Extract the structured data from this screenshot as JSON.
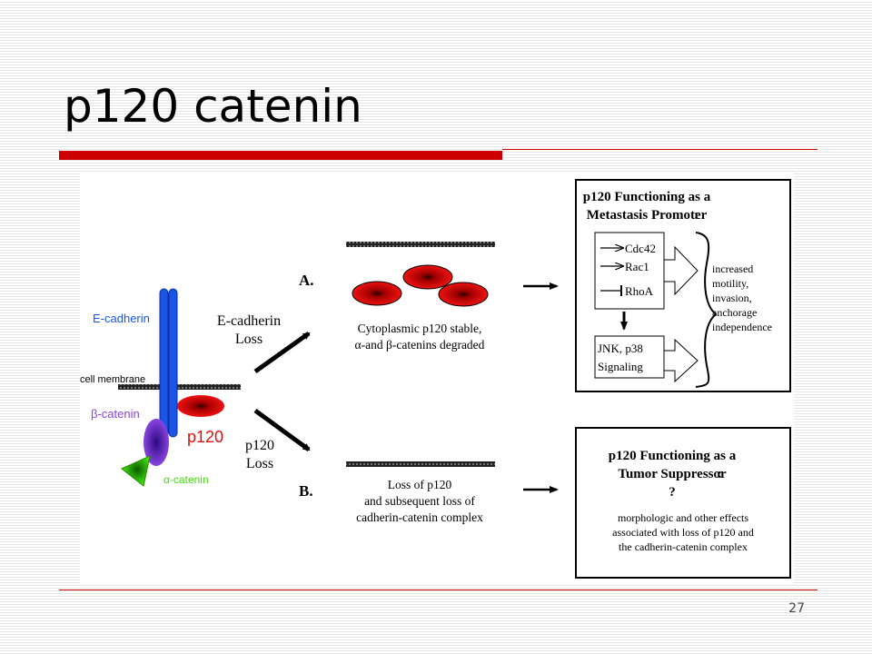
{
  "slide": {
    "title": "p120 catenin",
    "page_number": "27"
  },
  "diagram": {
    "left": {
      "e_cadherin": "E-cadherin",
      "cell_membrane": "cell membrane",
      "beta_catenin": "β-catenin",
      "p120": "p120",
      "alpha_catenin": "α-catenin"
    },
    "arrows": {
      "upper_label_1": "E-cadherin",
      "upper_label_2": "Loss",
      "lower_label_1": "p120",
      "lower_label_2": "Loss"
    },
    "case_a": {
      "letter": "A.",
      "line1": "Cytoplasmic p120 stable,",
      "line2": "α-and β-catenins degraded"
    },
    "case_b": {
      "letter": "B.",
      "line1": "Loss of p120",
      "line2": "and subsequent loss of",
      "line3": "cadherin-catenin complex"
    },
    "box_a": {
      "title1": "p120 Functioning as a",
      "title2": "Metastasis Promoter",
      "colon": ":",
      "targets": [
        "Cdc42",
        "Rac1",
        "RhoA"
      ],
      "signaling1": "JNK, p38",
      "signaling2": "Signaling",
      "effects": [
        "increased",
        "motility,",
        "invasion,",
        "anchorage",
        "independence"
      ]
    },
    "box_b": {
      "title1": "p120 Functioning as a",
      "title2": "Tumor Suppressor",
      "colon": ":",
      "question": "?",
      "line1": "morphologic and other effects",
      "line2": "associated with loss of p120 and",
      "line3": "the cadherin-catenin complex"
    },
    "colors": {
      "slide_red": "#cc0000",
      "e_cadherin_blue": "#1a55e8",
      "beta_catenin_purple": "#8a44e0",
      "p120_red": "#e01010",
      "alpha_catenin_green": "#44ee10"
    }
  }
}
